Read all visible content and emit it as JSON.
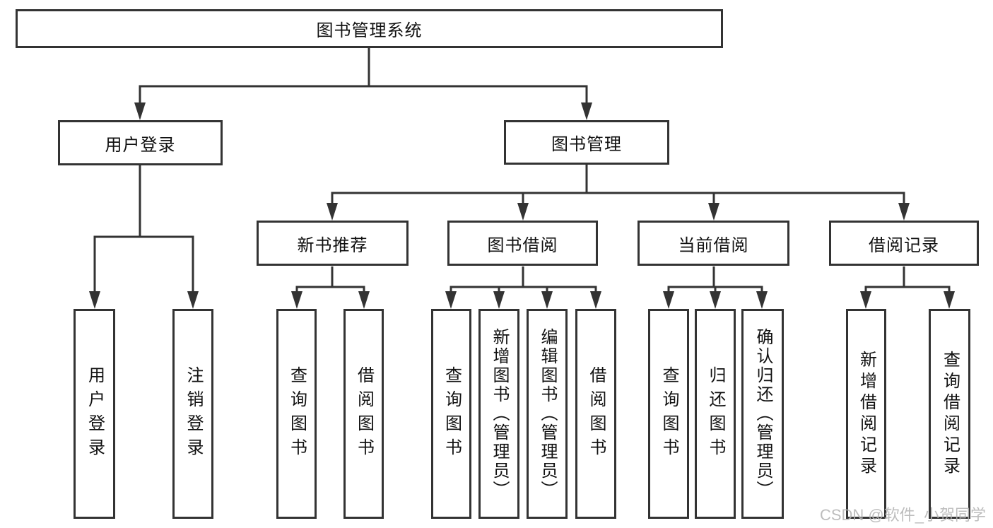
{
  "diagram": {
    "root": {
      "label": "图书管理系统"
    },
    "user_login": {
      "label": "用户登录",
      "children": [
        {
          "label": "用户登录"
        },
        {
          "label": "注销登录"
        }
      ]
    },
    "book_management": {
      "label": "图书管理",
      "sections": [
        {
          "label": "新书推荐",
          "children": [
            {
              "label": "查询图书"
            },
            {
              "label": "借阅图书"
            }
          ]
        },
        {
          "label": "图书借阅",
          "children": [
            {
              "label": "查询图书"
            },
            {
              "label": "新增图书（管理员）"
            },
            {
              "label": "编辑图书（管理员）"
            },
            {
              "label": "借阅图书"
            }
          ]
        },
        {
          "label": "当前借阅",
          "children": [
            {
              "label": "查询图书"
            },
            {
              "label": "归还图书"
            },
            {
              "label": "确认归还（管理员）"
            }
          ]
        },
        {
          "label": "借阅记录",
          "children": [
            {
              "label": "新增借阅记录"
            },
            {
              "label": "查询借阅记录"
            }
          ]
        }
      ]
    },
    "watermark": {
      "text": "CSDN @软件_小贺同学"
    },
    "colors": {
      "line": "#333333",
      "text": "#111111",
      "watermark": "#b5b5b5",
      "background": "#ffffff"
    }
  }
}
